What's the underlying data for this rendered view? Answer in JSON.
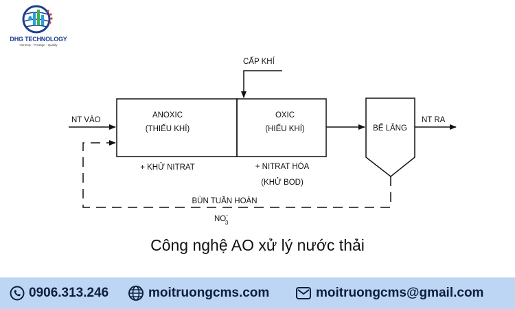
{
  "logo": {
    "name": "DHG TECHNOLOGY",
    "tagline": "Honesty - Prestige - Quality"
  },
  "diagram": {
    "input_label": "NT VÀO",
    "air_label": "CẤP KHÍ",
    "anoxic_title": "ANOXIC",
    "anoxic_sub": "(THIẾU KHÍ)",
    "oxic_title": "OXIC",
    "oxic_sub": "(HIẾU KHÍ)",
    "settling_label": "BỂ LẮNG",
    "output_label": "NT RA",
    "anoxic_note": "+ KHỬ NITRAT",
    "oxic_note_1": "+ NITRAT HÓA",
    "oxic_note_2": "(KHỬ BOD)",
    "recycle_label": "BÙN TUẦN HOÀN",
    "recycle_sub": "NO",
    "recycle_sub_sup": "-",
    "recycle_sub_sub": "3"
  },
  "caption": "Công nghệ AO xử lý nước thải",
  "footer": {
    "phone": "0906.313.246",
    "website": "moitruongcms.com",
    "email": "moitruongcms@gmail.com"
  },
  "colors": {
    "footer_bg": "#bcd6f4",
    "brand_blue": "#1b3f8f"
  }
}
